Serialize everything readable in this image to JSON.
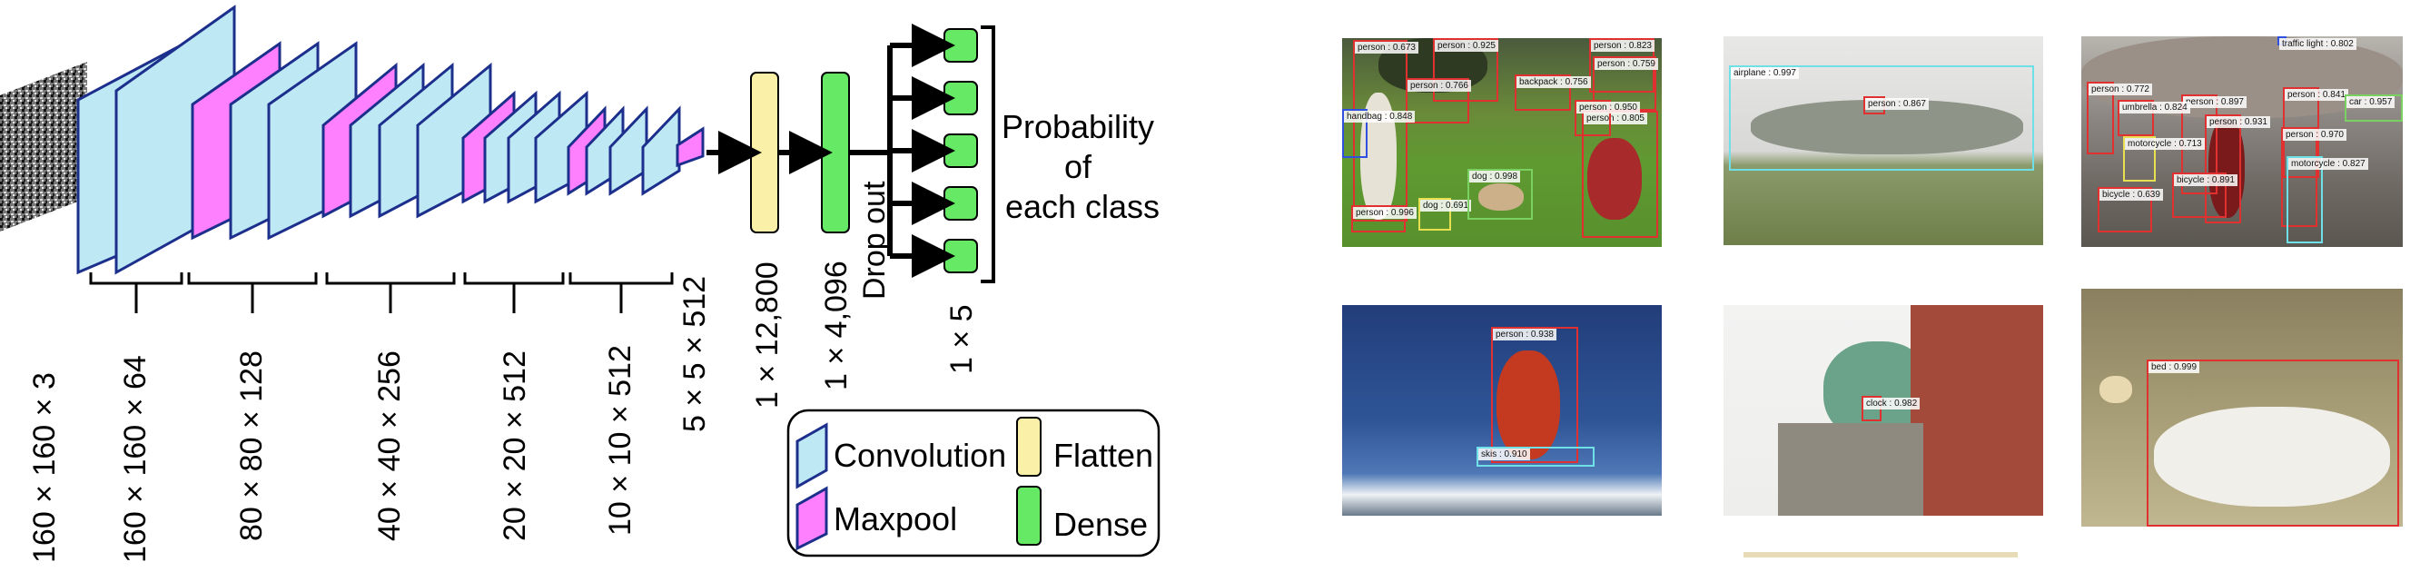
{
  "layer_dims": {
    "input": "160 × 160 × 3",
    "conv1": "160 × 160 × 64",
    "conv2": "80 × 80 × 128",
    "conv3": "40 × 40 × 256",
    "conv4": "20 × 20 × 512",
    "conv5": "10 × 10 × 512",
    "pool5": "5 × 5 × 512",
    "flatten": "1 × 12,800",
    "dense1": "1 × 4,096",
    "output": "1 × 5"
  },
  "dropout_label": "Drop out",
  "probability_label": [
    "Probability",
    "of",
    "each class"
  ],
  "legend": {
    "convolution": "Convolution",
    "maxpool": "Maxpool",
    "flatten": "Flatten",
    "dense": "Dense"
  },
  "colors": {
    "convolution": "#bfe8f5",
    "maxpool": "#ff80ff",
    "flatten": "#fbf0a8",
    "dense": "#66ea66",
    "outline": "#1c2f8c"
  },
  "detections": {
    "photo1": [
      "person : 0.673",
      "person : 0.925",
      "person : 0.823",
      "person : 0.759",
      "backpack : 0.756",
      "person : 0.766",
      "handbag : 0.848",
      "person : 0.996",
      "dog : 0.691",
      "dog : 0.998",
      "person : 0.805",
      "person : 0.950"
    ],
    "photo2": [
      "airplane : 0.997",
      "person : 0.867"
    ],
    "photo3": [
      "traffic light : 0.802",
      "person : 0.772",
      "person : 0.897",
      "person : 0.841",
      "car : 0.957",
      "umbrella : 0.824",
      "person : 0.931",
      "person : 0.970",
      "motorcycle : 0.713",
      "bicycle : 0.891",
      "bicycle : 0.639",
      "motorcycle : 0.827"
    ],
    "photo4": [
      "person : 0.938",
      "skis : 0.910"
    ],
    "photo5": [
      "clock : 0.982"
    ],
    "photo6": [
      "bed : 0.999"
    ]
  }
}
